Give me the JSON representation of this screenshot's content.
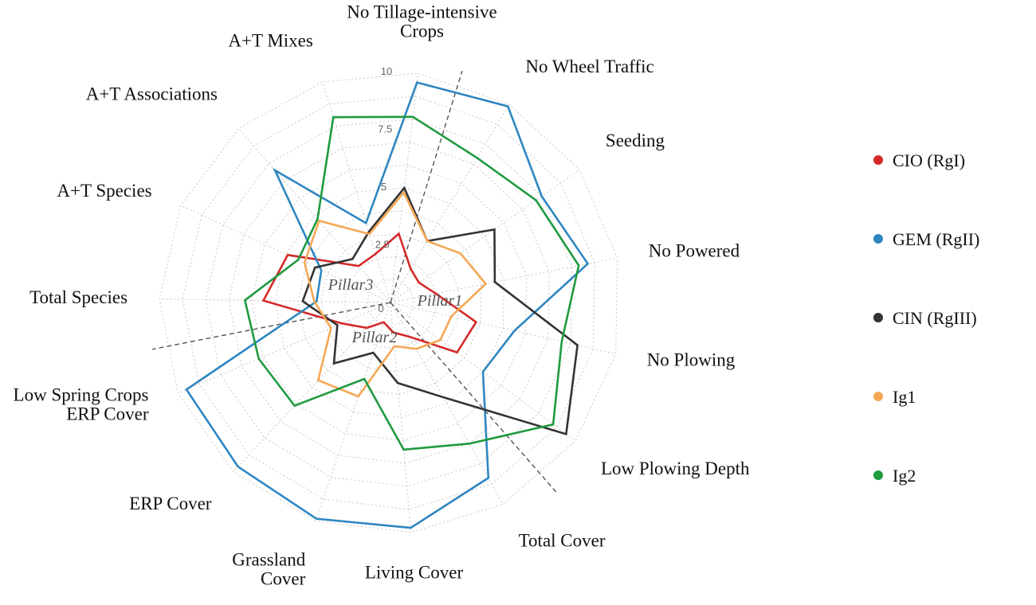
{
  "chart_data": {
    "type": "radar",
    "axes": [
      [
        "No Tillage-intensive",
        "Crops"
      ],
      [
        "No Wheel Traffic"
      ],
      [
        "Seeding"
      ],
      [
        "No Powered"
      ],
      [
        "No Plowing"
      ],
      [
        "Low Plowing Depth"
      ],
      [
        "Total Cover"
      ],
      [
        "Living Cover"
      ],
      [
        "Grassland",
        "Cover"
      ],
      [
        "ERP Cover"
      ],
      [
        "Low Spring Crops",
        "ERP Cover"
      ],
      [
        "Total Species"
      ],
      [
        "A+T Species"
      ],
      [
        "A+T Associations"
      ],
      [
        "A+T Mixes"
      ]
    ],
    "rlim": [
      0,
      10
    ],
    "ticks": [
      0,
      2.5,
      5,
      7.5,
      10
    ],
    "tick_labels": [
      "0",
      "2.5",
      "5",
      "7.5",
      "10"
    ],
    "pillars": [
      "Pillar1",
      "Pillar2",
      "Pillar3"
    ],
    "series": [
      {
        "name": "CIO (RgI)",
        "color": "#d42a2a",
        "values": [
          3.0,
          1.7,
          1.5,
          2.0,
          3.8,
          3.6,
          1.7,
          1.3,
          0.9,
          1.5,
          2.3,
          5.5,
          4.9,
          2.1,
          2.2
        ]
      },
      {
        "name": "GEM (RgII)",
        "color": "#2f86c0",
        "values": [
          9.6,
          9.9,
          8.0,
          8.7,
          5.5,
          5.0,
          8.7,
          9.8,
          9.9,
          9.7,
          9.6,
          3.2,
          3.3,
          7.6,
          3.6
        ]
      },
      {
        "name": "CIN (RgIII)",
        "color": "#333333",
        "values": [
          5.0,
          3.1,
          5.5,
          4.6,
          8.3,
          9.5,
          4.7,
          3.5,
          2.3,
          3.6,
          2.5,
          3.8,
          3.6,
          2.5,
          3.2
        ]
      },
      {
        "name": "Ig1",
        "color": "#f5a855",
        "values": [
          4.8,
          3.1,
          3.7,
          4.2,
          2.7,
          2.7,
          2.3,
          1.9,
          4.3,
          4.6,
          2.8,
          3.3,
          4.1,
          4.7,
          3.1
        ]
      },
      {
        "name": "Ig2",
        "color": "#1f9a3f",
        "values": [
          8.1,
          7.3,
          7.7,
          8.3,
          7.6,
          8.8,
          7.0,
          6.4,
          3.5,
          6.1,
          6.2,
          6.3,
          4.4,
          4.8,
          8.4
        ]
      }
    ]
  }
}
